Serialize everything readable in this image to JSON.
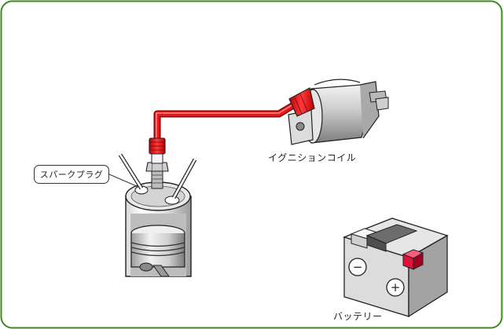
{
  "labels": {
    "spark_plug": "スパークプラグ",
    "ignition_coil": "イグニションコイル",
    "battery": "バッテリー"
  },
  "battery_terminals": {
    "negative": "−",
    "positive": "+"
  },
  "colors": {
    "frame_border": "#3d8a1e",
    "plug_wire": "#e81818",
    "battery_positive": "#e0123a"
  }
}
